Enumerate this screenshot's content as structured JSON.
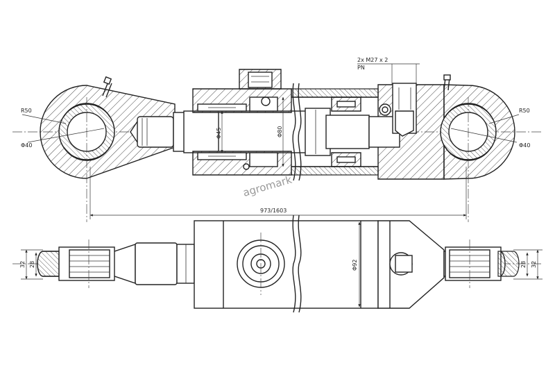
{
  "labels": {
    "r_left": "R50",
    "d_left": "Φ40",
    "r_right": "R50",
    "d_right": "Φ40",
    "d_rod": "Φ45",
    "d_bore": "Φ80",
    "port_spec": "2x M27 x 2",
    "port_pn": "PN",
    "length": "973/1603",
    "d_tube": "Φ92",
    "w_left_outer": "32",
    "w_left_inner": "28",
    "w_right_inner": "28",
    "w_right_outer": "32"
  },
  "watermark": "agromark",
  "colors": {
    "line": "#222222",
    "background": "#ffffff",
    "watermark": "#9a9a9a"
  }
}
